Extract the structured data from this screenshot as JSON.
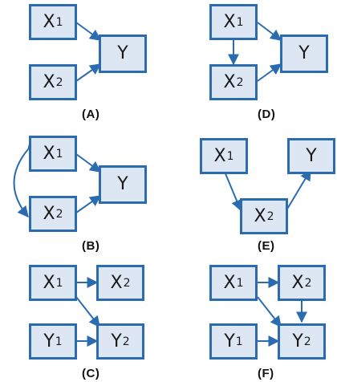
{
  "colors": {
    "box_fill": "#dde6f3",
    "box_border": "#2b6cb0",
    "arrow": "#2b6cb0"
  },
  "panels": {
    "a": {
      "label": "(A)",
      "nodes": {
        "x1": {
          "main": "X",
          "sub": "1"
        },
        "x2": {
          "main": "X",
          "sub": "2"
        },
        "y": {
          "main": "Y",
          "sub": ""
        }
      }
    },
    "b": {
      "label": "(B)",
      "nodes": {
        "x1": {
          "main": "X",
          "sub": "1"
        },
        "x2": {
          "main": "X",
          "sub": "2"
        },
        "y": {
          "main": "Y",
          "sub": ""
        }
      }
    },
    "c": {
      "label": "(C)",
      "nodes": {
        "x1": {
          "main": "X",
          "sub": "1"
        },
        "x2": {
          "main": "X",
          "sub": "2"
        },
        "y1": {
          "main": "Y",
          "sub": "1"
        },
        "y2": {
          "main": "Y",
          "sub": "2"
        }
      }
    },
    "d": {
      "label": "(D)",
      "nodes": {
        "x1": {
          "main": "X",
          "sub": "1"
        },
        "x2": {
          "main": "X",
          "sub": "2"
        },
        "y": {
          "main": "Y",
          "sub": ""
        }
      }
    },
    "e": {
      "label": "(E)",
      "nodes": {
        "x1": {
          "main": "X",
          "sub": "1"
        },
        "x2": {
          "main": "X",
          "sub": "2"
        },
        "y": {
          "main": "Y",
          "sub": ""
        }
      }
    },
    "f": {
      "label": "(F)",
      "nodes": {
        "x1": {
          "main": "X",
          "sub": "1"
        },
        "x2": {
          "main": "X",
          "sub": "2"
        },
        "y1": {
          "main": "Y",
          "sub": "1"
        },
        "y2": {
          "main": "Y",
          "sub": "2"
        }
      }
    }
  }
}
